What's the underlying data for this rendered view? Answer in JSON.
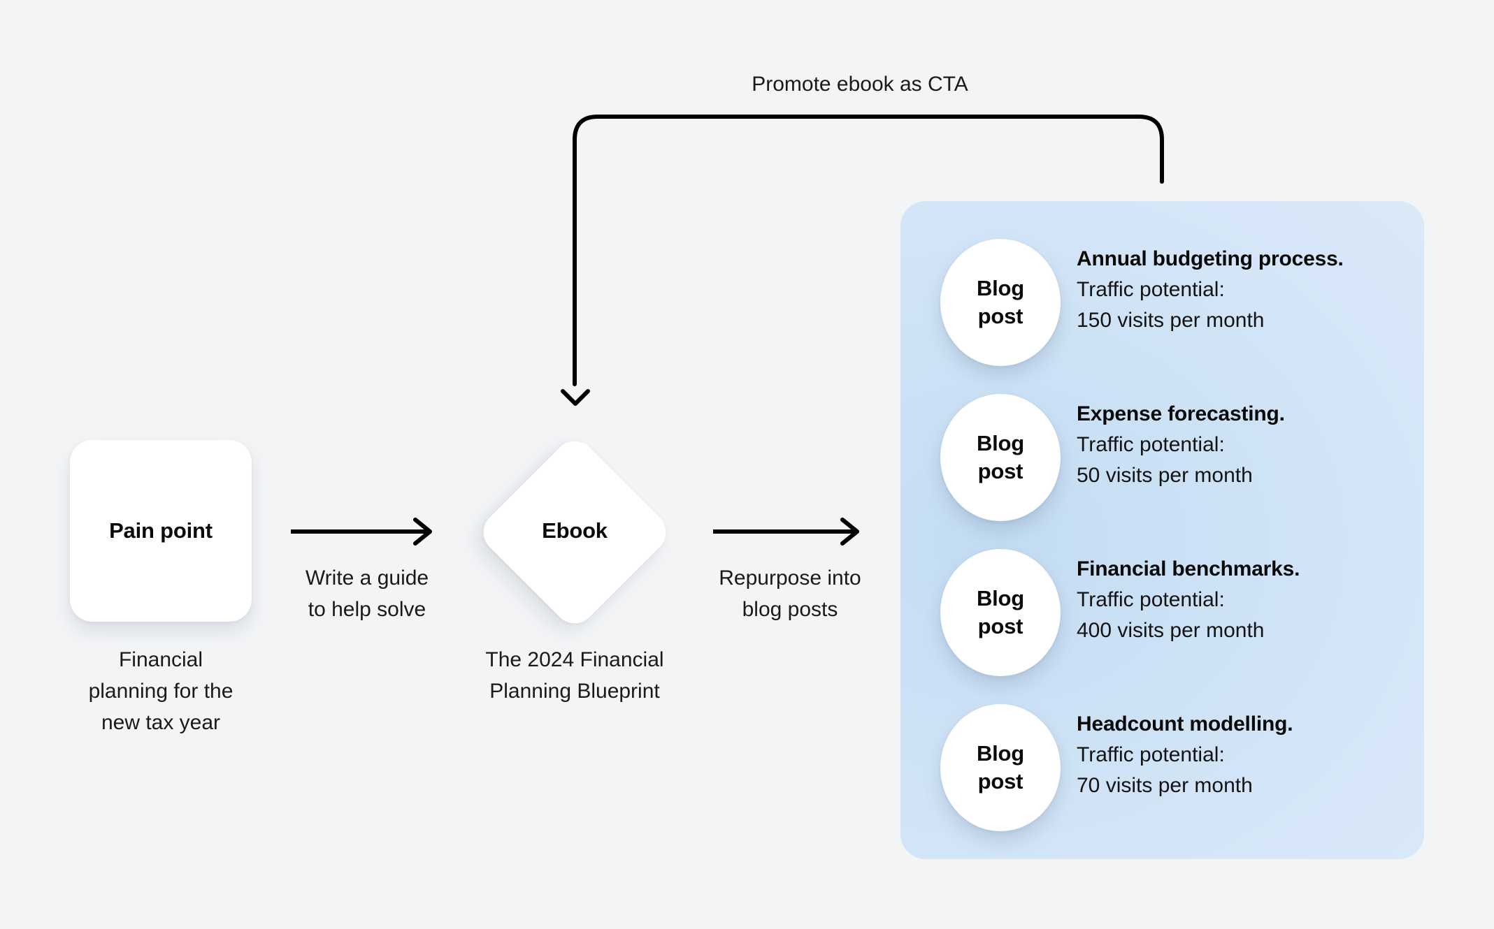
{
  "background_color": "#f2f4f6",
  "panel_color": "#cfe3f6",
  "stroke_color": "#000000",
  "nodes": {
    "pain_point": {
      "label": "Pain point",
      "caption": "Financial\nplanning for the\nnew tax year"
    },
    "ebook": {
      "label": "Ebook",
      "caption": "The 2024 Financial\nPlanning Blueprint"
    }
  },
  "edges": {
    "write_guide": {
      "label": "Write a guide\nto help solve",
      "icon": "arrow-right-icon"
    },
    "repurpose": {
      "label": "Repurpose into\nblog posts",
      "icon": "arrow-right-icon"
    },
    "promote_cta": {
      "label": "Promote ebook as CTA",
      "icon": "curved-arrow-down-icon"
    }
  },
  "blog_panel": {
    "bubble_label_line1": "Blog",
    "bubble_label_line2": "post",
    "traffic_label": "Traffic potential:",
    "posts": [
      {
        "title": "Annual budgeting process.",
        "traffic_label": "Traffic potential:",
        "traffic_value": "150 visits per month",
        "visits": 150
      },
      {
        "title": "Expense forecasting.",
        "traffic_label": "Traffic potential:",
        "traffic_value": "50 visits per month",
        "visits": 50
      },
      {
        "title": "Financial benchmarks.",
        "traffic_label": "Traffic potential:",
        "traffic_value": "400 visits per month",
        "visits": 400
      },
      {
        "title": "Headcount modelling.",
        "traffic_label": "Traffic potential:",
        "traffic_value": "70 visits per month",
        "visits": 70
      }
    ]
  }
}
